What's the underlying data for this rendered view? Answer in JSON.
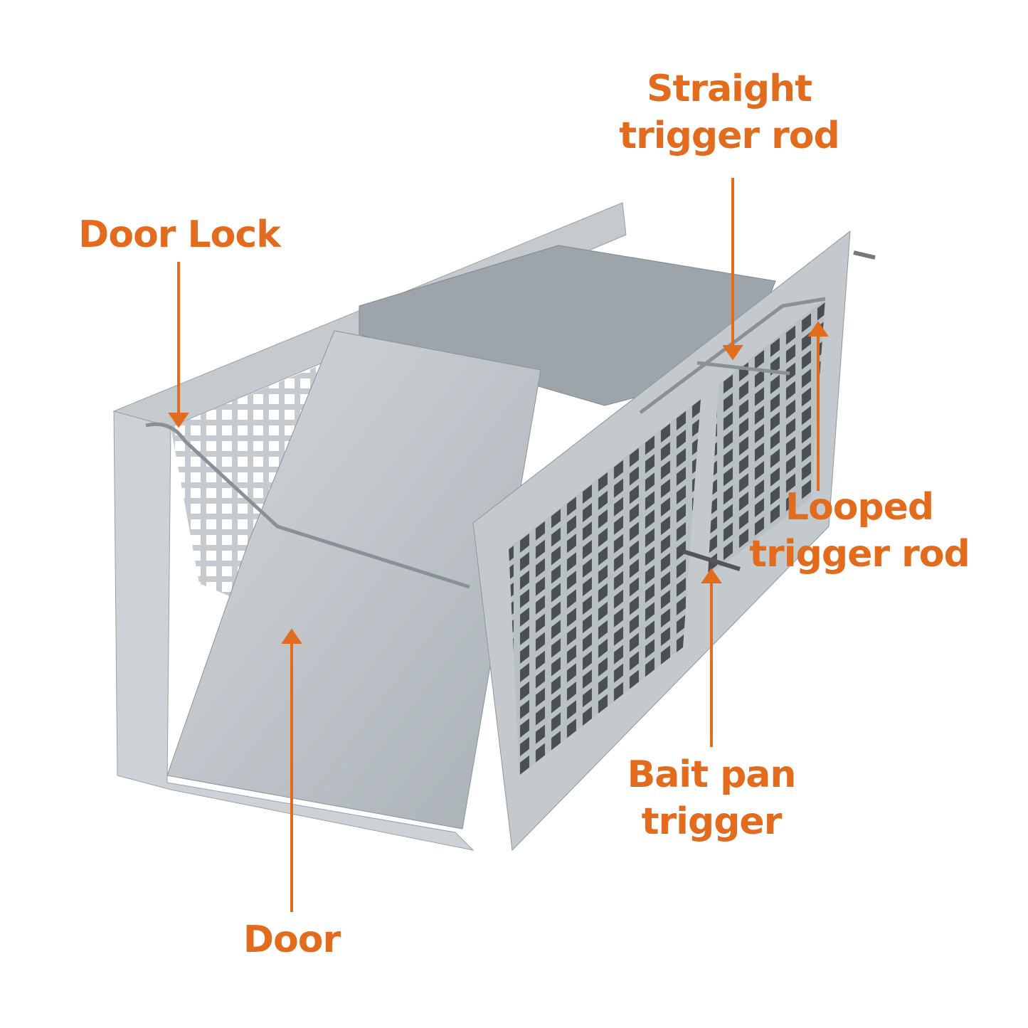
{
  "accent_color": "#E26B1E",
  "labels": {
    "straight_trigger_rod": [
      "Straight",
      "trigger rod"
    ],
    "door_lock": [
      "Door Lock"
    ],
    "looped_trigger_rod": [
      "Looped",
      "trigger rod"
    ],
    "bait_pan_trigger": [
      "Bait pan",
      "trigger"
    ],
    "door": [
      "Door"
    ]
  }
}
